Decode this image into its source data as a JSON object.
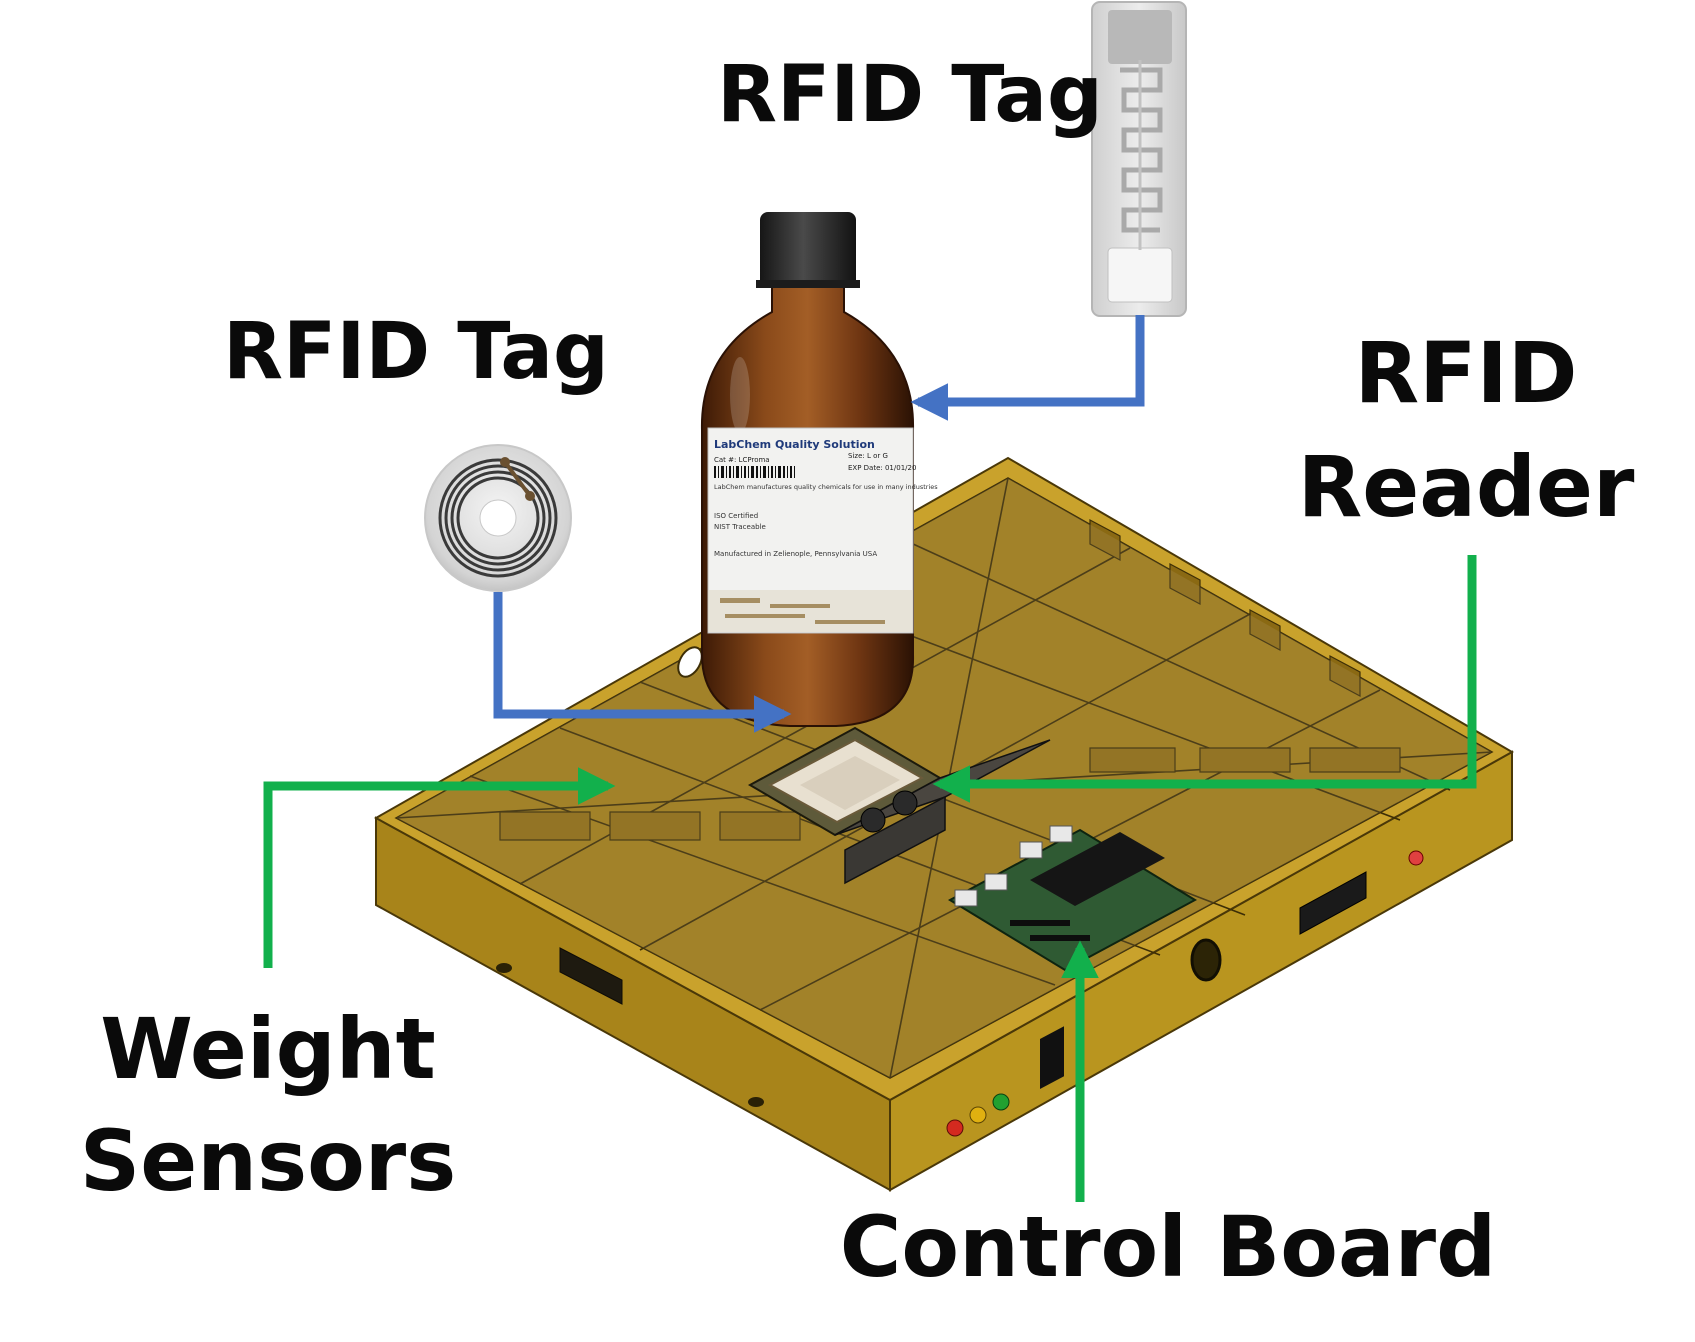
{
  "labels": {
    "rfid_tag_top": "RFID Tag",
    "rfid_tag_left": "RFID Tag",
    "rfid_reader_line1": "RFID",
    "rfid_reader_line2": "Reader",
    "weight_sensors_line1": "Weight",
    "weight_sensors_line2": "Sensors",
    "control_board": "Control Board"
  },
  "bottle_label": {
    "brand": "LabChem Quality Solution",
    "cat": "Cat #: LCProma",
    "size": "Size: L or G",
    "exp": "EXP Date: 01/01/20",
    "desc": "LabChem manufactures quality chemicals for use in many industries",
    "cert1": "ISO Certified",
    "cert2": "NIST Traceable",
    "made": "Manufactured in Zelienople, Pennsylvania USA"
  },
  "colors": {
    "tray_gold": "#b8921f",
    "tray_dark": "#7d6012",
    "tray_light": "#d2aa35",
    "arrow_blue": "#4472c4",
    "arrow_green": "#12b04c",
    "bottle_amber": "#6b3410",
    "cap_dark": "#2a2a2a",
    "text": "#0a0a0a"
  },
  "icons": {
    "tag_strip": "uhf-rfid-strip-tag",
    "tag_disc": "nfc-disc-tag",
    "bottle": "amber-reagent-bottle",
    "tray": "smart-tray-enclosure"
  }
}
